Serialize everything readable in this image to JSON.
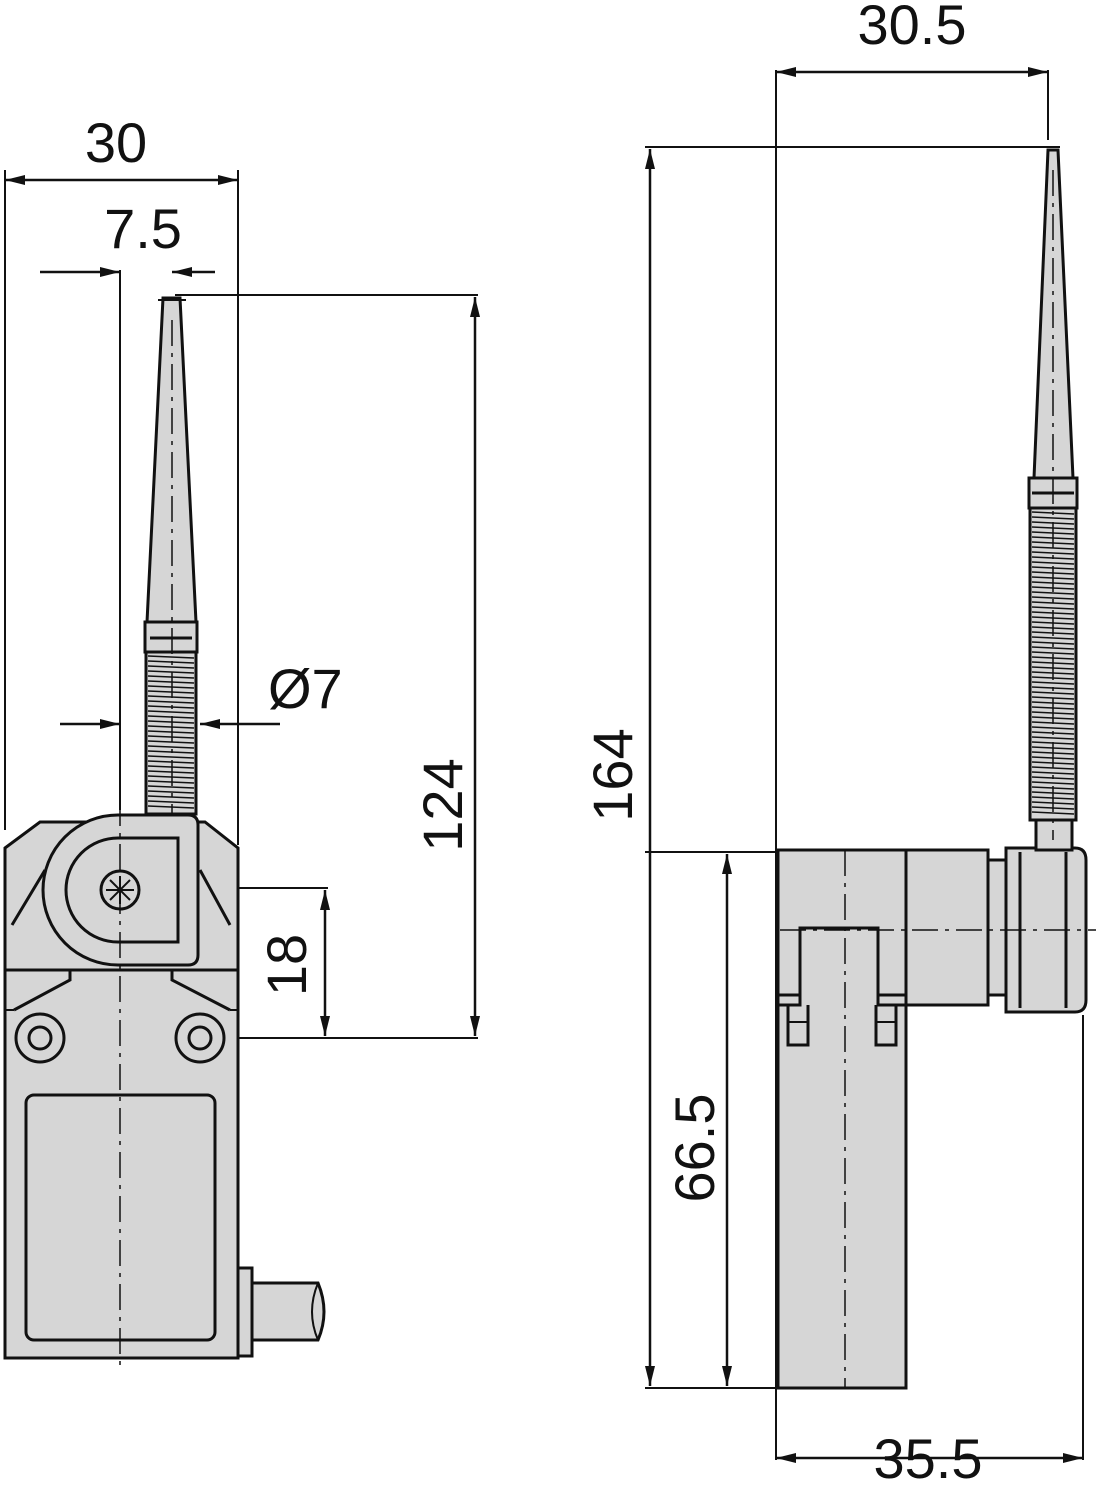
{
  "drawing": {
    "colors": {
      "body": "#d6d6d6",
      "line": "#111111",
      "background": "#ffffff"
    },
    "front_view": {
      "width_label": "30",
      "rod_offset_label": "7.5",
      "rod_diameter_label": "Ø7",
      "rod_height_label": "124",
      "pivot_offset_label": "18"
    },
    "side_view": {
      "rod_offset_label": "30.5",
      "total_height_label": "164",
      "body_height_label": "66.5",
      "depth_label": "35.5"
    }
  }
}
